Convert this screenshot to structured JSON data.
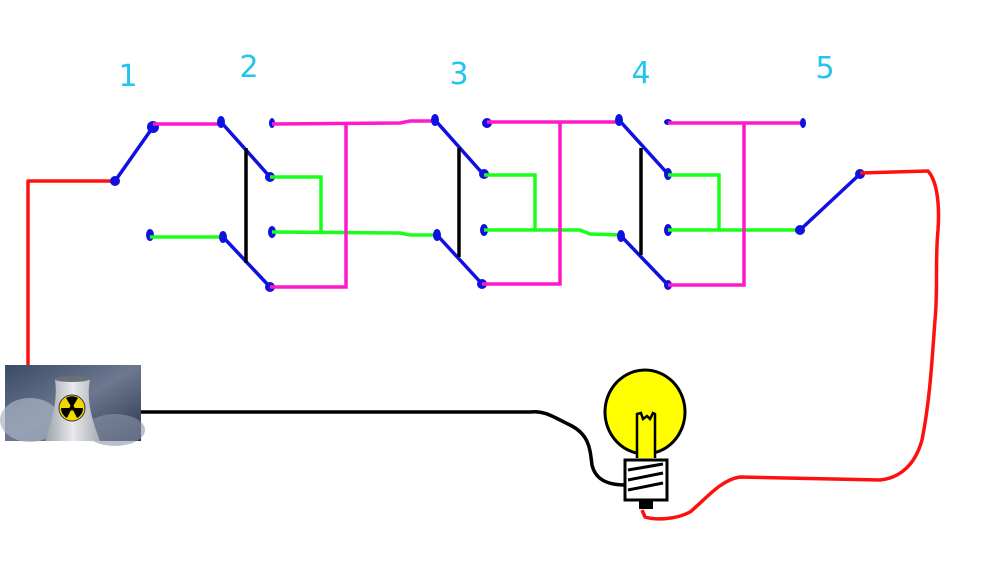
{
  "diagram": {
    "switch_labels": [
      "1",
      "2",
      "3",
      "4",
      "5"
    ],
    "colors": {
      "label": "#22c4f0",
      "switch_blade": "#1010e0",
      "wire_magenta": "#ff19c8",
      "wire_green": "#19ff19",
      "wire_live": "#ff1010",
      "wire_neutral": "#000000",
      "bulb": "#ffff00"
    },
    "components": {
      "power_source": "nuclear-power-plant-icon",
      "load": "light-bulb-icon"
    }
  }
}
